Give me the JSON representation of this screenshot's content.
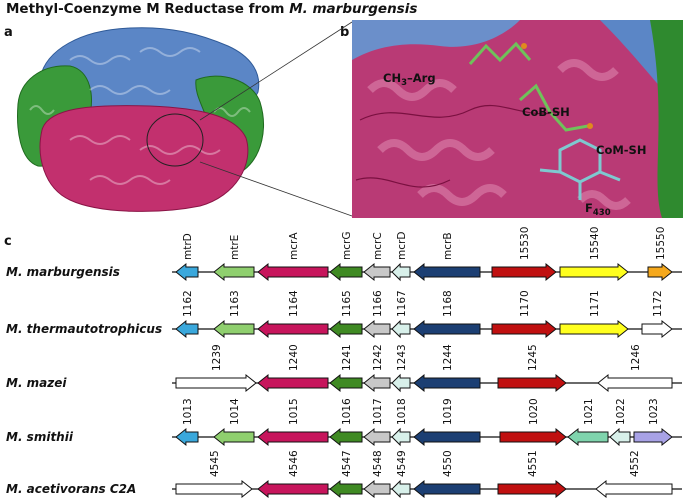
{
  "title": {
    "prefix": "Methyl-Coenzyme M Reductase from ",
    "species": "M. marburgensis"
  },
  "panels": {
    "a": "a",
    "b": "b",
    "c": "c"
  },
  "panel_b_labels": {
    "ch3_arg_main": "CH",
    "ch3_arg_sub": "3",
    "ch3_arg_rest": "–Arg",
    "cob_sh": "CoB-SH",
    "com_sh": "CoM-SH",
    "f430_main": "F",
    "f430_sub": "430"
  },
  "colors": {
    "mtrD": "#3aa8dc",
    "mtrE": "#8fcf6e",
    "mcrA": "#c7155c",
    "mcrG": "#3f8a23",
    "mcrC": "#c8c8c8",
    "mcrD": "#d8f0ea",
    "mcrB": "#1c3f73",
    "red": "#c01010",
    "yellow": "#ffff1e",
    "orange": "#f5a81c",
    "teal": "#7fd4ad",
    "lilac": "#a8a2e6",
    "empty": "#ffffff",
    "protein_blue": "#5b86c6",
    "protein_green": "#3a9a3a",
    "protein_pink": "#c2306e"
  },
  "operons": [
    {
      "organism": "M. marburgensis",
      "genes": [
        {
          "label": "mtrD",
          "color": "mtrD",
          "dir": "L"
        },
        {
          "label": "mtrE",
          "color": "mtrE",
          "dir": "L"
        },
        {
          "label": "mcrA",
          "color": "mcrA",
          "dir": "L"
        },
        {
          "label": "mcrG",
          "color": "mcrG",
          "dir": "L"
        },
        {
          "label": "mcrC",
          "color": "mcrC",
          "dir": "L"
        },
        {
          "label": "mcrD",
          "color": "mcrD",
          "dir": "L"
        },
        {
          "label": "mcrB",
          "color": "mcrB",
          "dir": "L"
        },
        {
          "label": "15530",
          "color": "red",
          "dir": "R"
        },
        {
          "label": "15540",
          "color": "yellow",
          "dir": "R"
        },
        {
          "label": "15550",
          "color": "orange",
          "dir": "R"
        }
      ]
    },
    {
      "organism": "M. thermautotrophicus",
      "genes": [
        {
          "label": "1162",
          "color": "mtrD",
          "dir": "L"
        },
        {
          "label": "1163",
          "color": "mtrE",
          "dir": "L"
        },
        {
          "label": "1164",
          "color": "mcrA",
          "dir": "L"
        },
        {
          "label": "1165",
          "color": "mcrG",
          "dir": "L"
        },
        {
          "label": "1166",
          "color": "mcrC",
          "dir": "L"
        },
        {
          "label": "1167",
          "color": "mcrD",
          "dir": "L"
        },
        {
          "label": "1168",
          "color": "mcrB",
          "dir": "L"
        },
        {
          "label": "1170",
          "color": "red",
          "dir": "R"
        },
        {
          "label": "1171",
          "color": "yellow",
          "dir": "R"
        },
        {
          "label": "1172",
          "color": "empty",
          "dir": "R"
        }
      ]
    },
    {
      "organism": "M. mazei",
      "genes": [
        {
          "label": "1239",
          "color": "empty",
          "dir": "R"
        },
        {
          "label": "1240",
          "color": "mcrA",
          "dir": "L"
        },
        {
          "label": "1241",
          "color": "mcrG",
          "dir": "L"
        },
        {
          "label": "1242",
          "color": "mcrC",
          "dir": "L"
        },
        {
          "label": "1243",
          "color": "mcrD",
          "dir": "L"
        },
        {
          "label": "1244",
          "color": "mcrB",
          "dir": "L"
        },
        {
          "label": "1245",
          "color": "red",
          "dir": "R"
        },
        {
          "label": "1246",
          "color": "empty",
          "dir": "L"
        }
      ]
    },
    {
      "organism": "M. smithii",
      "genes": [
        {
          "label": "1013",
          "color": "mtrD",
          "dir": "L"
        },
        {
          "label": "1014",
          "color": "mtrE",
          "dir": "L"
        },
        {
          "label": "1015",
          "color": "mcrA",
          "dir": "L"
        },
        {
          "label": "1016",
          "color": "mcrG",
          "dir": "L"
        },
        {
          "label": "1017",
          "color": "mcrC",
          "dir": "L"
        },
        {
          "label": "1018",
          "color": "mcrD",
          "dir": "L"
        },
        {
          "label": "1019",
          "color": "mcrB",
          "dir": "L"
        },
        {
          "label": "1020",
          "color": "red",
          "dir": "R"
        },
        {
          "label": "1021",
          "color": "teal",
          "dir": "L"
        },
        {
          "label": "1022",
          "color": "mcrD",
          "dir": "L"
        },
        {
          "label": "1023",
          "color": "lilac",
          "dir": "R"
        }
      ]
    },
    {
      "organism": "M. acetivorans C2A",
      "genes": [
        {
          "label": "4545",
          "color": "empty",
          "dir": "R"
        },
        {
          "label": "4546",
          "color": "mcrA",
          "dir": "L"
        },
        {
          "label": "4547",
          "color": "mcrG",
          "dir": "L"
        },
        {
          "label": "4548",
          "color": "mcrC",
          "dir": "L"
        },
        {
          "label": "4549",
          "color": "mcrD",
          "dir": "L"
        },
        {
          "label": "4550",
          "color": "mcrB",
          "dir": "L"
        },
        {
          "label": "4551",
          "color": "red",
          "dir": "R"
        },
        {
          "label": "4552",
          "color": "empty",
          "dir": "L"
        }
      ]
    }
  ]
}
